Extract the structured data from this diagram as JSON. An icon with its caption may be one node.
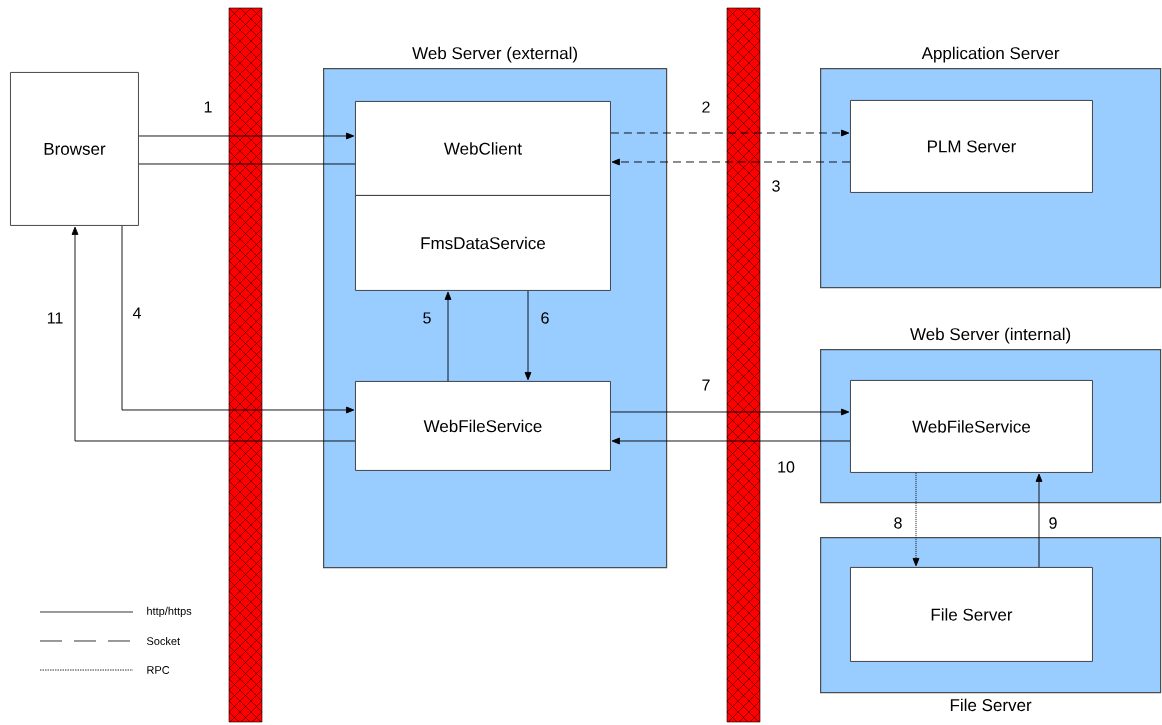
{
  "diagram": {
    "nodes": [
      {
        "text": [
          "Browser"
        ]
      },
      {
        "text": [
          "Web Server (external)"
        ]
      },
      {
        "text": [
          "WebClient"
        ],
        "in": 1
      },
      {
        "text": [
          "FmsDataService"
        ],
        "in": 1
      },
      {
        "text": [
          "WebFileService"
        ],
        "in": 1
      },
      {
        "text": [
          "Application Server"
        ]
      },
      {
        "text": [
          "PLM Server"
        ],
        "in": 5
      },
      {
        "text": [
          "Web Server (internal)"
        ]
      },
      {
        "text": [
          "WebFileService"
        ],
        "in": 7
      },
      {
        "text": [
          "File Server"
        ]
      },
      {
        "text": [
          "File Server"
        ],
        "in": 9
      }
    ],
    "edges": [
      {
        "from": 0,
        "to": 2,
        "arrow": "to",
        "label": "1"
      },
      {
        "from": 2,
        "to": 6,
        "arrow": "to",
        "label": "2",
        "style": "dashed"
      },
      {
        "from": 6,
        "to": 2,
        "arrow": "to",
        "label": "3",
        "style": "dashed"
      },
      {
        "from": 2,
        "to": 0,
        "arrow": "none"
      },
      {
        "from": 0,
        "to": 4,
        "arrow": "to",
        "label": "4"
      },
      {
        "from": 4,
        "to": 3,
        "arrow": "to",
        "label": "5"
      },
      {
        "from": 3,
        "to": 4,
        "arrow": "to",
        "label": "6"
      },
      {
        "from": 4,
        "to": 8,
        "arrow": "to",
        "label": "7"
      },
      {
        "from": 8,
        "to": 10,
        "arrow": "to",
        "label": "8",
        "style": "dashed"
      },
      {
        "from": 10,
        "to": 8,
        "arrow": "to",
        "label": "9"
      },
      {
        "from": 8,
        "to": 4,
        "arrow": "to",
        "label": "10"
      },
      {
        "from": 4,
        "to": 0,
        "arrow": "to",
        "label": "11"
      }
    ],
    "legend": [
      {
        "text": "http/https"
      },
      {
        "text": "Socket"
      },
      {
        "text": "RPC"
      }
    ]
  }
}
